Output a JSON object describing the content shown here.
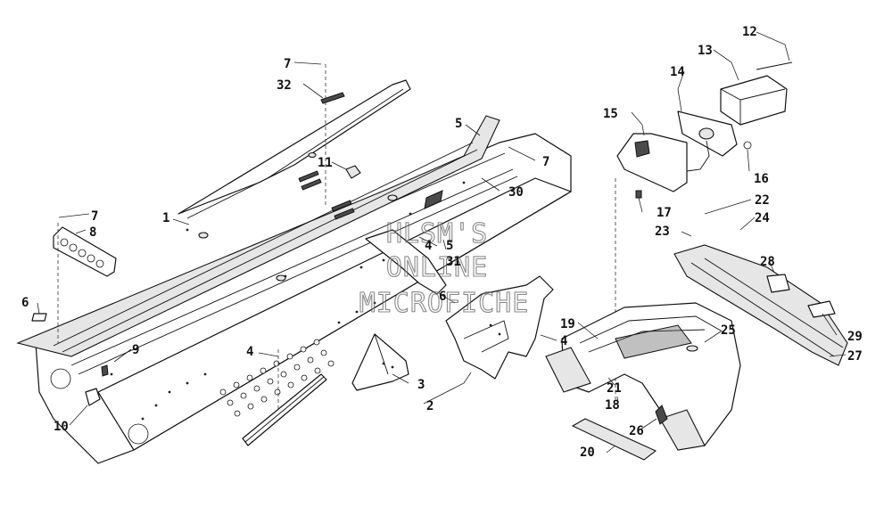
{
  "watermark": {
    "line1": "HLSM'S",
    "line2": "ONLINE",
    "line3": "MICROFICHE"
  },
  "callouts": [
    {
      "id": "c1",
      "label": "1"
    },
    {
      "id": "c2",
      "label": "2"
    },
    {
      "id": "c3",
      "label": "3"
    },
    {
      "id": "c4a",
      "label": "4"
    },
    {
      "id": "c4b",
      "label": "4"
    },
    {
      "id": "c4c",
      "label": "4"
    },
    {
      "id": "c5a",
      "label": "5"
    },
    {
      "id": "c5b",
      "label": "5"
    },
    {
      "id": "c6a",
      "label": "6"
    },
    {
      "id": "c6b",
      "label": "6"
    },
    {
      "id": "c7a",
      "label": "7"
    },
    {
      "id": "c7b",
      "label": "7"
    },
    {
      "id": "c7c",
      "label": "7"
    },
    {
      "id": "c8",
      "label": "8"
    },
    {
      "id": "c9",
      "label": "9"
    },
    {
      "id": "c10",
      "label": "10"
    },
    {
      "id": "c11",
      "label": "11"
    },
    {
      "id": "c12",
      "label": "12"
    },
    {
      "id": "c13",
      "label": "13"
    },
    {
      "id": "c14",
      "label": "14"
    },
    {
      "id": "c15",
      "label": "15"
    },
    {
      "id": "c16",
      "label": "16"
    },
    {
      "id": "c17",
      "label": "17"
    },
    {
      "id": "c18",
      "label": "18"
    },
    {
      "id": "c19",
      "label": "19"
    },
    {
      "id": "c20",
      "label": "20"
    },
    {
      "id": "c21",
      "label": "21"
    },
    {
      "id": "c22",
      "label": "22"
    },
    {
      "id": "c23",
      "label": "23"
    },
    {
      "id": "c24",
      "label": "24"
    },
    {
      "id": "c25",
      "label": "25"
    },
    {
      "id": "c26",
      "label": "26"
    },
    {
      "id": "c27",
      "label": "27"
    },
    {
      "id": "c28",
      "label": "28"
    },
    {
      "id": "c29",
      "label": "29"
    },
    {
      "id": "c30",
      "label": "30"
    },
    {
      "id": "c31",
      "label": "31"
    },
    {
      "id": "c32",
      "label": "32"
    }
  ]
}
